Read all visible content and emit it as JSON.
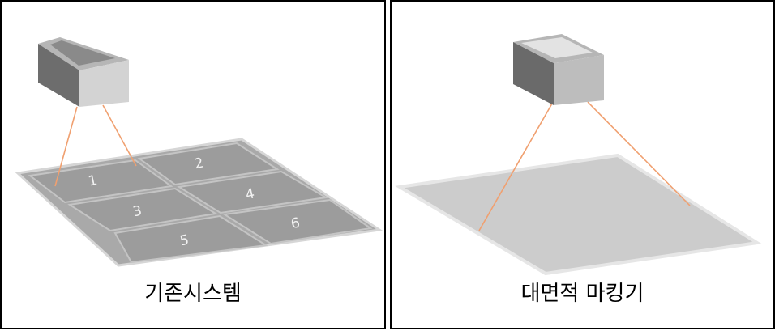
{
  "panels": {
    "left": {
      "caption": "기존시스템",
      "cells": [
        {
          "label": "1"
        },
        {
          "label": "2"
        },
        {
          "label": "3"
        },
        {
          "label": "4"
        },
        {
          "label": "5"
        },
        {
          "label": "6"
        }
      ]
    },
    "right": {
      "caption": "대면적 마킹기"
    }
  },
  "colors": {
    "laser_beam": "#f0a070",
    "grid_plate": "#a7a7a7",
    "grid_cell": "#9b9b9b",
    "large_plate": "#cccccc",
    "plate_edge": "#e4e4e4"
  }
}
